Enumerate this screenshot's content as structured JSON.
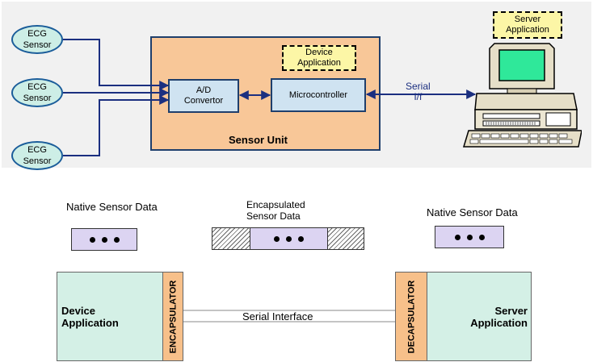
{
  "top_diagram": {
    "sensors": [
      {
        "line1": "ECG",
        "line2": "Sensor"
      },
      {
        "line1": "ECG",
        "line2": "Sensor"
      },
      {
        "line1": "ECG",
        "line2": "Sensor"
      }
    ],
    "device_application": {
      "line1": "Device",
      "line2": "Application"
    },
    "ad_convertor": {
      "line1": "A/D",
      "line2": "Convertor"
    },
    "microcontroller": "Microcontroller",
    "sensor_unit": "Sensor Unit",
    "serial_if": {
      "line1": "Serial",
      "line2": "I/f"
    },
    "server_application": {
      "line1": "Server",
      "line2": "Application"
    }
  },
  "bottom_diagram": {
    "native_sensor_data_left": "Native Sensor Data",
    "encapsulated_sensor_data": {
      "line1": "Encapsulated",
      "line2": "Sensor Data"
    },
    "native_sensor_data_right": "Native Sensor Data",
    "device_application": {
      "line1": "Device",
      "line2": "Application"
    },
    "encapsulator": "ENCAPSULATOR",
    "serial_interface": "Serial Interface",
    "decapsulator": "DECAPSULATOR",
    "server_application": {
      "line1": "Server",
      "line2": "Application"
    }
  }
}
